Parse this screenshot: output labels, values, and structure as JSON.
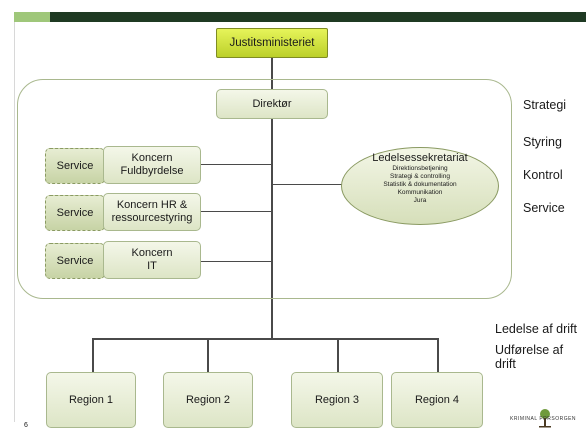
{
  "chart": {
    "top": "Justitsministeriet",
    "director": "Direktør",
    "concerns": [
      {
        "service": "Service",
        "name": "Koncern Fuldbyrdelse"
      },
      {
        "service": "Service",
        "name": "Koncern HR & ressourcestyring"
      },
      {
        "service": "Service",
        "name": "Koncern IT"
      }
    ],
    "secretariat": {
      "title": "Ledelsessekretariat",
      "items": [
        "Direktionsbetjening",
        "Strategi & controlling",
        "Statistik & dokumentation",
        "Kommunikation",
        "Jura"
      ]
    },
    "regions": [
      "Region 1",
      "Region 2",
      "Region 3",
      "Region 4"
    ]
  },
  "side_labels": {
    "strategi": "Strategi",
    "styring": "Styring",
    "kontrol": "Kontrol",
    "service": "Service",
    "ledelse": "Ledelse af drift",
    "udforelse": "Udførelse af drift"
  },
  "footer": {
    "page_number": "6",
    "logo_text": "KRIMINAL FORSORGEN"
  }
}
